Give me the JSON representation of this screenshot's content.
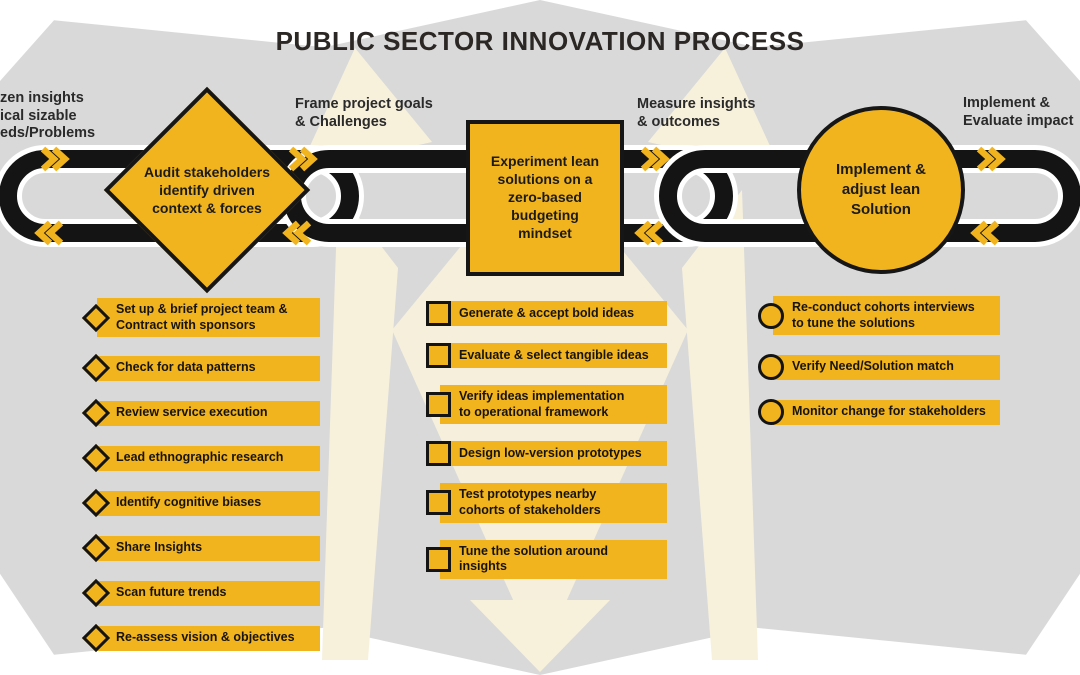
{
  "title": "PUBLIC SECTOR INNOVATION PROCESS",
  "colors": {
    "accent_yellow": "#F1B41F",
    "road_black": "#141414",
    "road_outline_white": "#FFFFFF",
    "text_dark": "#2A2A2A",
    "background_gray": "#D9D9D9",
    "watermark_cream": "#F7F1DC"
  },
  "phases": [
    {
      "label": "zen insights\nical sizable\neds/Problems"
    },
    {
      "label": "Frame project goals\n& Challenges"
    },
    {
      "label": "Measure insights\n& outcomes"
    },
    {
      "label": "Implement &\nEvaluate impact"
    }
  ],
  "stations": [
    {
      "shape": "diamond",
      "label": "Audit stakeholders\nidentify driven\ncontext & forces"
    },
    {
      "shape": "square",
      "label": "Experiment lean\nsolutions on a\nzero-based\nbudgeting\nmindset"
    },
    {
      "shape": "circle",
      "label": "Implement &\nadjust lean\nSolution"
    }
  ],
  "columns": [
    {
      "bullet": "diamond",
      "items": [
        "Set up & brief project team &\nContract with sponsors",
        "Check for data patterns",
        "Review service execution",
        "Lead ethnographic research",
        "Identify cognitive biases",
        "Share Insights",
        "Scan future trends",
        "Re-assess vision & objectives"
      ]
    },
    {
      "bullet": "square",
      "items": [
        "Generate & accept bold ideas",
        "Evaluate & select tangible ideas",
        "Verify ideas implementation\nto operational framework",
        "Design low-version prototypes",
        "Test prototypes nearby\ncohorts of stakeholders",
        "Tune the solution around insights"
      ]
    },
    {
      "bullet": "circle",
      "items": [
        "Re-conduct cohorts interviews\nto tune the solutions",
        "Verify Need/Solution match",
        "Monitor change for stakeholders"
      ]
    }
  ]
}
